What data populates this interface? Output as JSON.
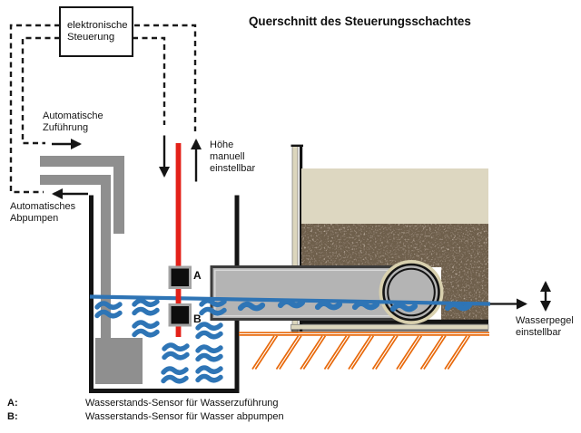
{
  "title": "Querschnitt des Steuerungsschachtes",
  "control_box": {
    "label": "elektronische\nSteuerung"
  },
  "annotations": {
    "auto_supply": "Automatische\nZuführung",
    "auto_pump": "Automatisches\nAbpumpen",
    "height_manual": "Höhe\nmanuell\neinstellbar",
    "water_level": "Wasserpegel\neinstellbar",
    "sensor_a_label": "A",
    "sensor_b_label": "B"
  },
  "legend": {
    "rows": [
      {
        "key": "A:",
        "text": "Wasserstands-Sensor für Wasserzuführung"
      },
      {
        "key": "B:",
        "text": "Wasserstands-Sensor für Wasser abpumpen"
      }
    ]
  },
  "colors": {
    "float_rod_red": "#e32119",
    "water_blue": "#2e74b5",
    "wave_blue": "#2e75b6",
    "supply_pipe_gray": "#8f8f8f",
    "drain_pipe_gray": "#b4b4b4",
    "sand_tan": "#ddd7c1",
    "gravel_taupe": "#c7baab",
    "hatch_orange": "#e8690b",
    "line_black": "#1a1a1a"
  },
  "icons": {
    "wave": "water-wave-icon",
    "arrow_right": "arrow-right-icon",
    "arrow_left": "arrow-left-icon",
    "arrow_up": "arrow-up-icon",
    "arrow_down": "arrow-down-icon",
    "arrow_up_down": "arrow-up-down-icon"
  }
}
